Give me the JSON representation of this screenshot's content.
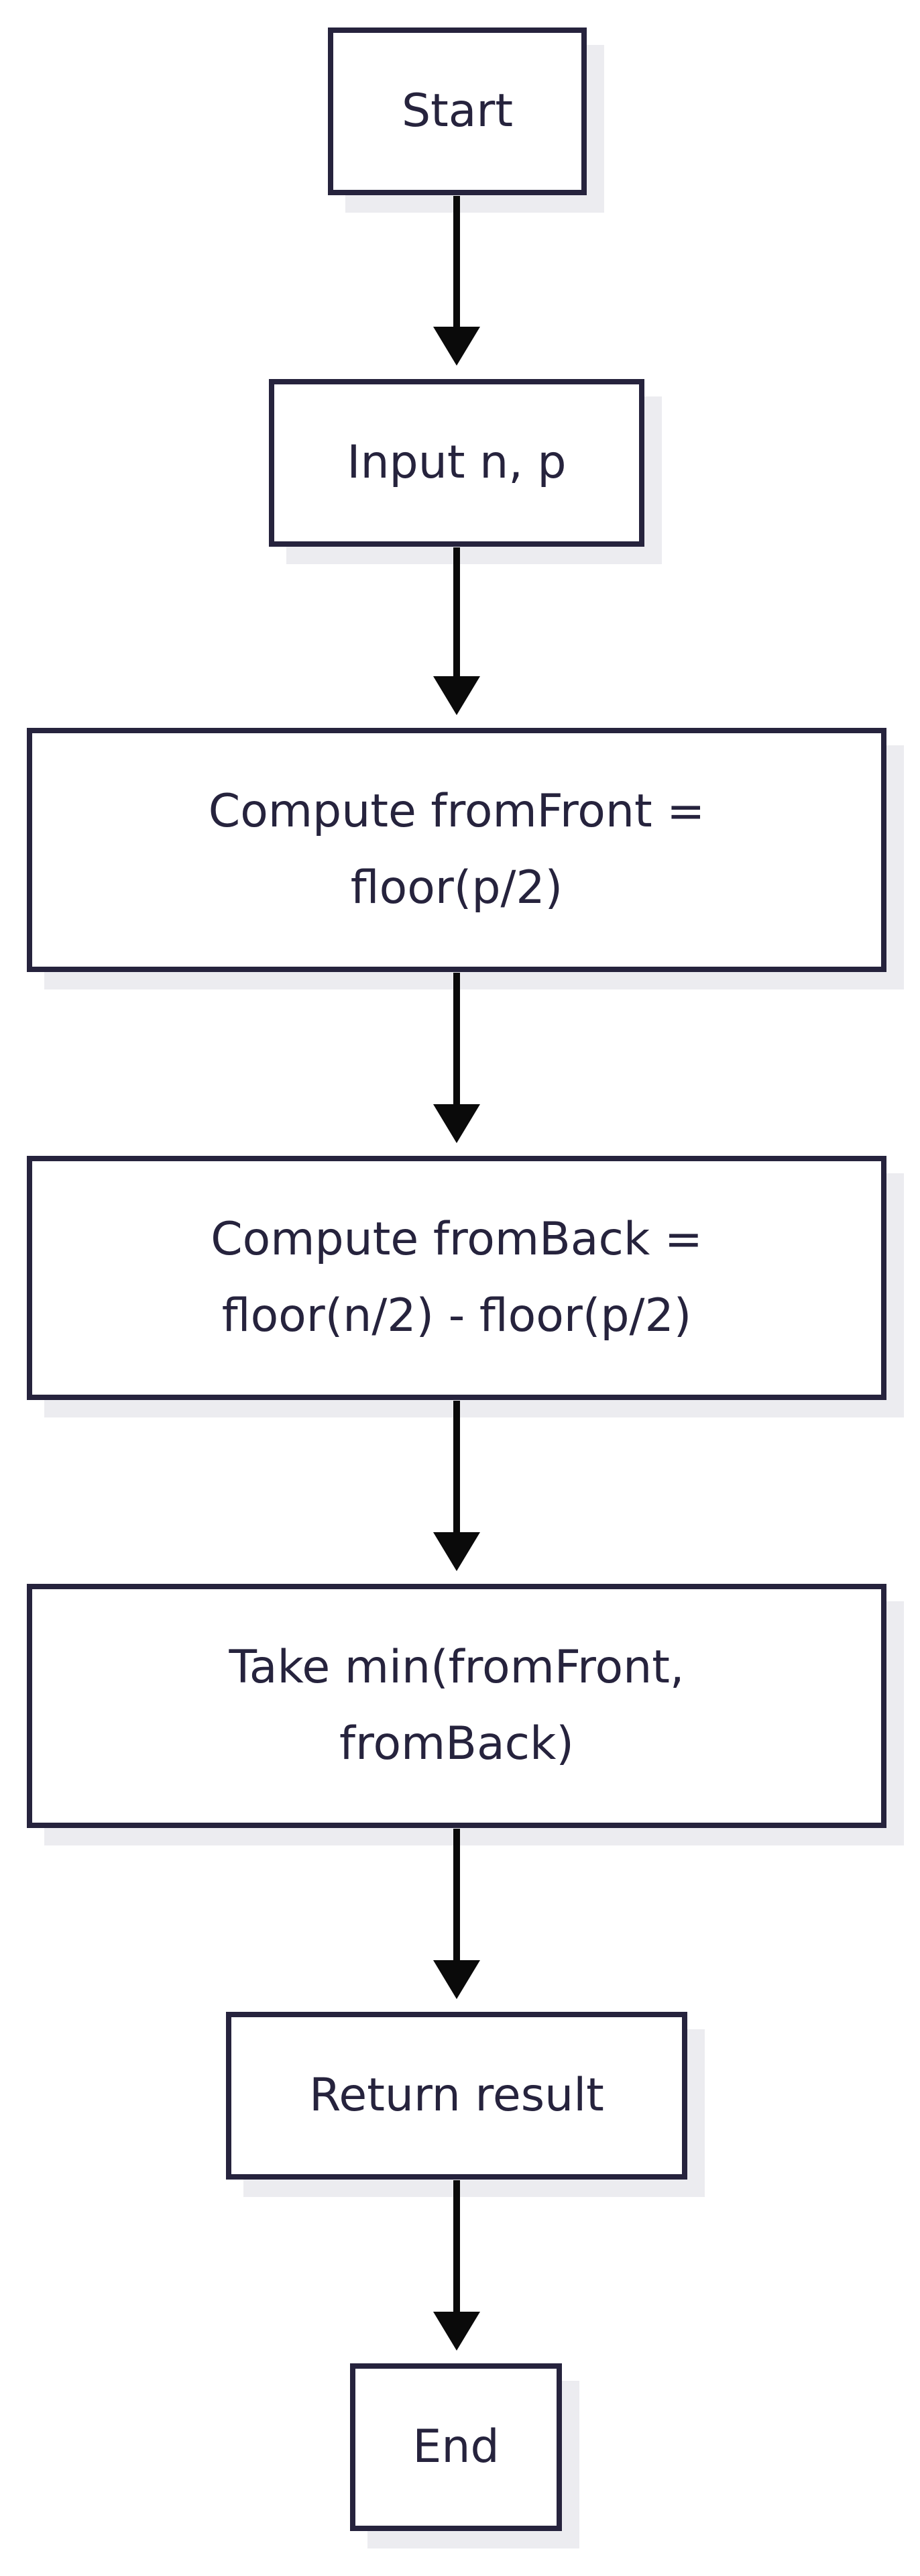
{
  "flowchart": {
    "steps": [
      {
        "id": "start",
        "label": "Start"
      },
      {
        "id": "input",
        "label": "Input n, p"
      },
      {
        "id": "compute-from-front",
        "label": "Compute fromFront =\nfloor(p/2)"
      },
      {
        "id": "compute-from-back",
        "label": "Compute fromBack =\nfloor(n/2) - floor(p/2)"
      },
      {
        "id": "take-min",
        "label": "Take min(fromFront,\nfromBack)"
      },
      {
        "id": "return-result",
        "label": "Return result"
      },
      {
        "id": "end",
        "label": "End"
      }
    ],
    "edges": [
      {
        "from": "start",
        "to": "input"
      },
      {
        "from": "input",
        "to": "compute-from-front"
      },
      {
        "from": "compute-from-front",
        "to": "compute-from-back"
      },
      {
        "from": "compute-from-back",
        "to": "take-min"
      },
      {
        "from": "take-min",
        "to": "return-result"
      },
      {
        "from": "return-result",
        "to": "end"
      }
    ],
    "colors": {
      "box_border": "#26233d",
      "text": "#26233d",
      "arrow": "#0a0a0a",
      "shadow": "#ececf0",
      "background": "#ffffff"
    }
  }
}
